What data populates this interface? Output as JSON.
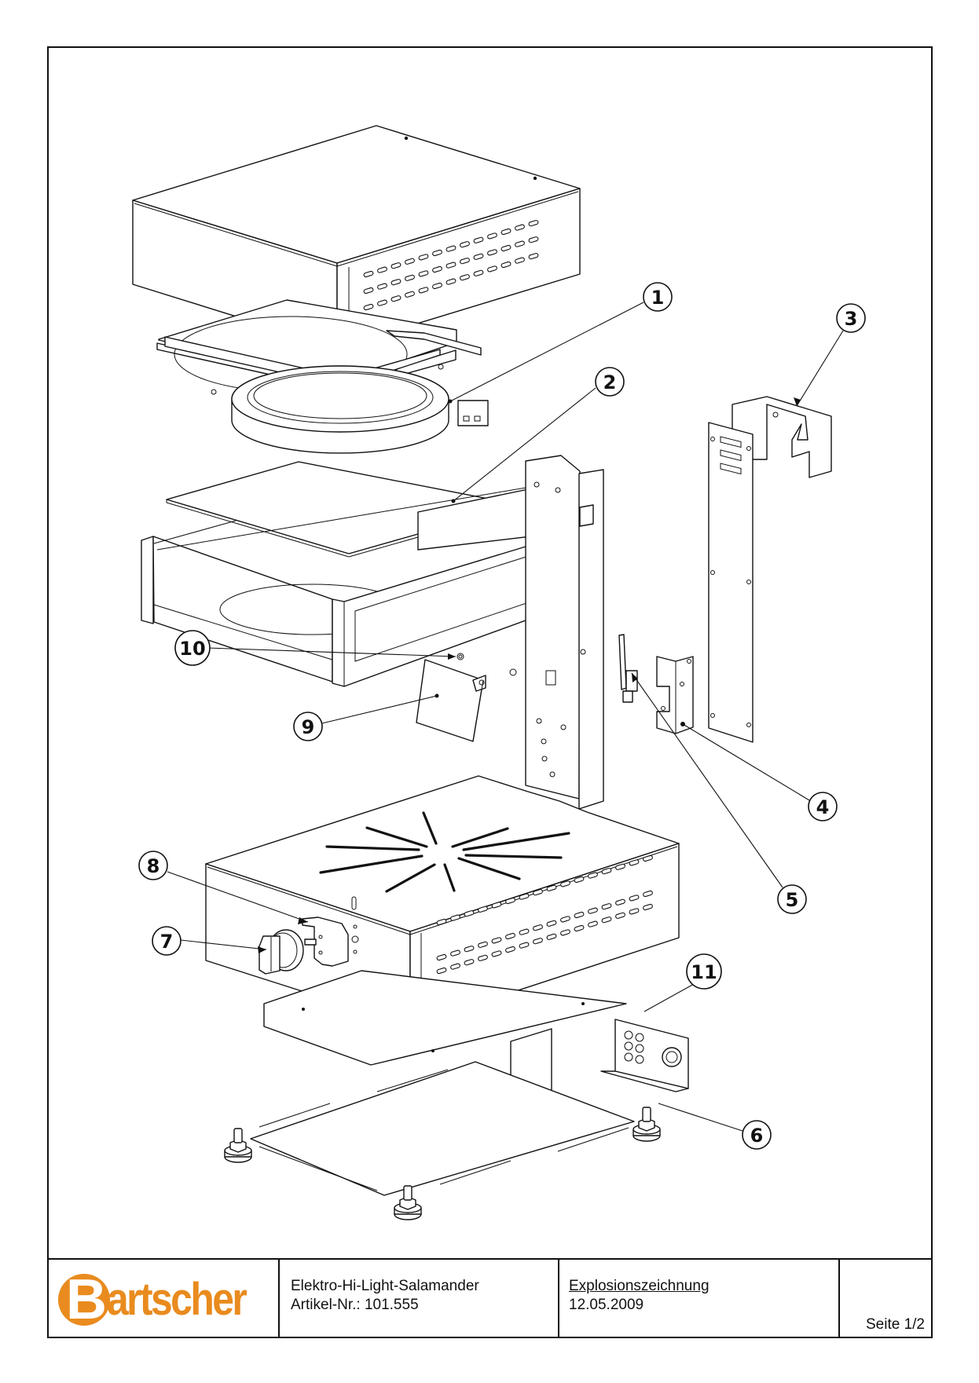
{
  "document": {
    "type": "Explosionszeichnung",
    "brand": {
      "initial": "B",
      "rest": "artscher",
      "color": "#E98B1E"
    },
    "product_name": "Elektro-Hi-Light-Salamander",
    "article_number": "Artikel-Nr.: 101.555",
    "drawing_title": "Explosionszeichnung",
    "date": "12.05.2009",
    "page": "Seite 1/2"
  },
  "callouts": [
    {
      "number": "1",
      "part": "heating-element"
    },
    {
      "number": "2",
      "part": "glass-ceramic-plate"
    },
    {
      "number": "3",
      "part": "rear-cover-bracket"
    },
    {
      "number": "4",
      "part": "angle-bracket"
    },
    {
      "number": "5",
      "part": "micro-switch"
    },
    {
      "number": "6",
      "part": "adjustable-foot"
    },
    {
      "number": "7",
      "part": "control-knob"
    },
    {
      "number": "8",
      "part": "energy-regulator"
    },
    {
      "number": "9",
      "part": "cover-plate"
    },
    {
      "number": "10",
      "part": "nut"
    },
    {
      "number": "11",
      "part": "terminal-block"
    }
  ]
}
